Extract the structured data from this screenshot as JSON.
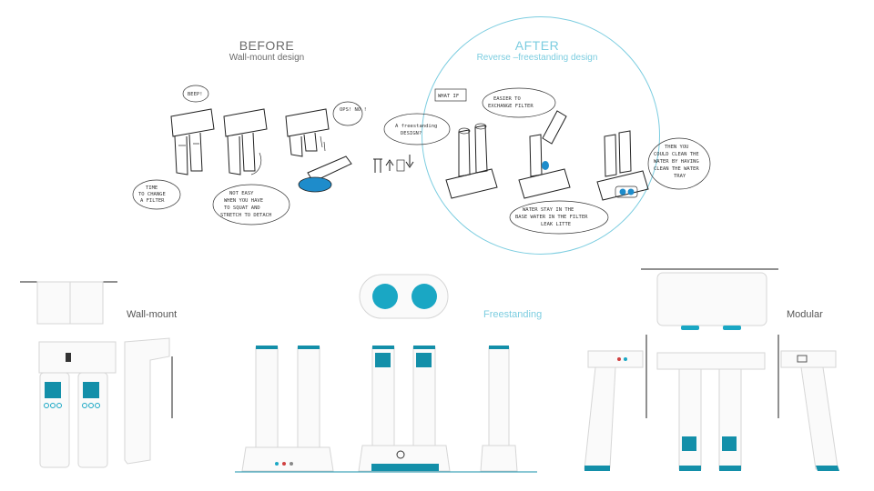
{
  "header": {
    "before_title": "BEFORE",
    "before_subtitle": "Wall-mount design",
    "after_title": "AFTER",
    "after_subtitle": "Reverse –freestanding design"
  },
  "notes": {
    "beep": "BEEP!",
    "opps": "OPS! NO !",
    "time_change": [
      "TIME",
      "TO CHANGE",
      "A FILTER"
    ],
    "not_easy": [
      "NOT EASY",
      "WHEN YOU HAVE",
      "TO SQUAT AND",
      "STRETCH TO DETACH"
    ],
    "what_if": "WHAT IF",
    "freestanding_design": [
      "A freestanding",
      "DESIGN?"
    ],
    "easier": [
      "EASIER TO",
      "EXCHANGE FILTER"
    ],
    "water_stay": [
      "WATER STAY IN THE",
      "BASE WATER IN THE FILTER",
      "LEAK LITTE"
    ],
    "clean_tray": [
      "THEN YOU",
      "COULD CLEAN THE",
      "WATER BY HAVING",
      "CLEAN THE WATER",
      "TRAY"
    ]
  },
  "labels": {
    "wall_mount": "Wall-mount",
    "freestanding": "Freestanding",
    "modular": "Modular"
  },
  "colors": {
    "accent": "#138fa9",
    "after_accent": "#7ccde0",
    "label_gray": "#555555"
  },
  "icons": [
    "droplet-icon",
    "arrow-up-icon",
    "arrow-down-icon"
  ]
}
